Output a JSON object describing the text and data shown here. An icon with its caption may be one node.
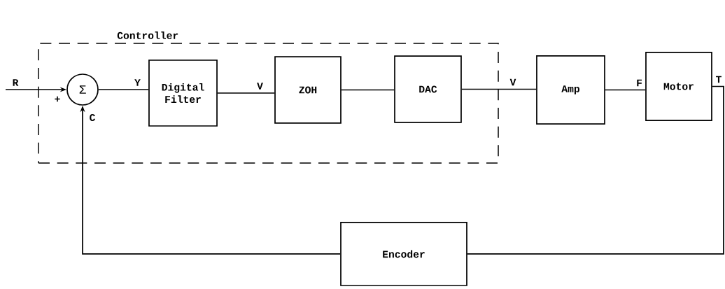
{
  "diagram": {
    "nodes": [
      {
        "text": [
          "Controller"
        ]
      },
      {
        "text": [
          "Σ"
        ],
        "in": 0
      },
      {
        "text": [
          "Digital Filter"
        ],
        "in": 0
      },
      {
        "text": [
          "ZOH"
        ],
        "in": 0
      },
      {
        "text": [
          "DAC"
        ],
        "in": 0
      },
      {
        "text": [
          "Amp"
        ]
      },
      {
        "text": [
          "Motor"
        ]
      },
      {
        "text": [
          "Encoder"
        ]
      }
    ],
    "edges": [
      {
        "from": null,
        "to": 1,
        "arrow": "to",
        "label": "R"
      },
      {
        "from": 1,
        "to": 2,
        "arrow": "none",
        "label": "Y"
      },
      {
        "from": 2,
        "to": 3,
        "arrow": "none",
        "label": "V"
      },
      {
        "from": 3,
        "to": 4,
        "arrow": "none"
      },
      {
        "from": 4,
        "to": 5,
        "arrow": "none",
        "label": "V"
      },
      {
        "from": 5,
        "to": 6,
        "arrow": "none",
        "label": "F"
      },
      {
        "from": 6,
        "to": 7,
        "arrow": "none",
        "label": "T"
      },
      {
        "from": 7,
        "to": 1,
        "arrow": "to",
        "label": "C"
      }
    ],
    "labels": [
      "+"
    ]
  }
}
